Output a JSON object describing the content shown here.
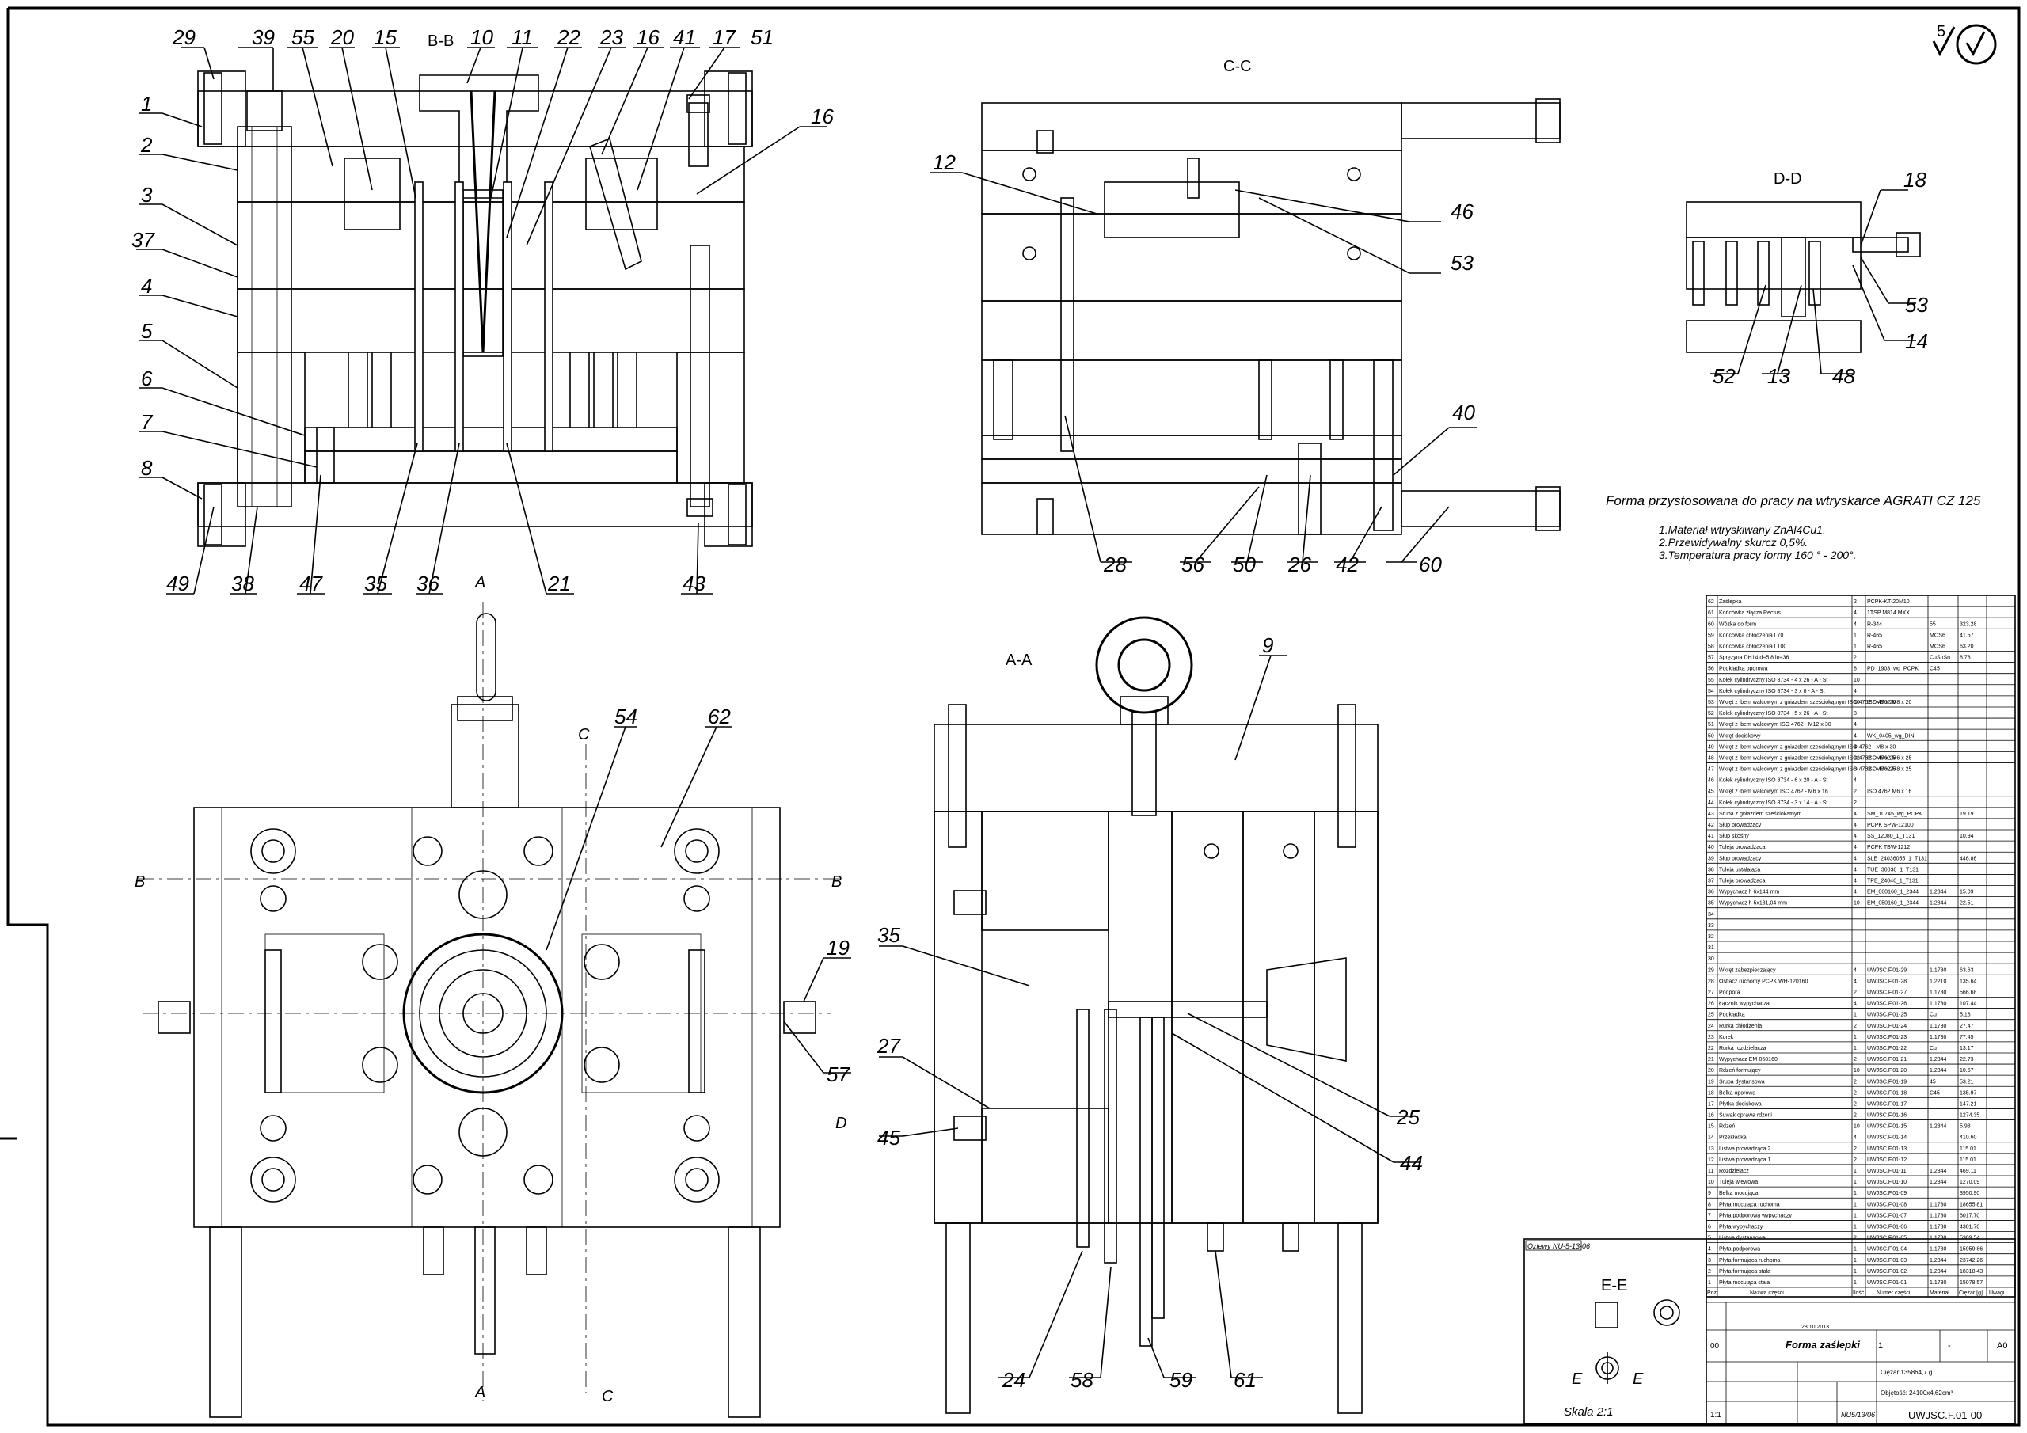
{
  "views": {
    "bb": "B-B",
    "cc": "C-C",
    "dd": "D-D",
    "aa": "A-A",
    "ee": "E-E"
  },
  "section_marks": {
    "a": "A",
    "b": "B",
    "c": "C",
    "d": "D",
    "e": "E"
  },
  "surface_mark": "5",
  "labels_bb": [
    "29",
    "39",
    "55",
    "20",
    "15",
    "10",
    "11",
    "22",
    "23",
    "16",
    "41",
    "17",
    "51",
    "16",
    "1",
    "2",
    "3",
    "37",
    "4",
    "5",
    "6",
    "7",
    "8",
    "49",
    "38",
    "47",
    "35",
    "36",
    "21",
    "43"
  ],
  "labels_cc": [
    "12",
    "46",
    "53",
    "40",
    "28",
    "56",
    "50",
    "26",
    "42",
    "60"
  ],
  "labels_dd": [
    "18",
    "53",
    "14",
    "52",
    "13",
    "48"
  ],
  "labels_front": [
    "54",
    "62",
    "19",
    "57"
  ],
  "labels_aa": [
    "9",
    "35",
    "27",
    "45",
    "25",
    "44",
    "24",
    "58",
    "59",
    "61"
  ],
  "notes": {
    "title": "Forma przystosowana do pracy na wtryskarce AGRATI CZ 125",
    "items": [
      "1.Materiał wtryskiwany ZnAl4Cu1.",
      "2.Przewidywalny skurcz 0,5%.",
      "3.Temperatura pracy formy 160 ° - 200°."
    ]
  },
  "bom": {
    "rows": [
      [
        "62",
        "Zaślepka",
        "2",
        "PCPK-KT-20M10",
        "",
        ""
      ],
      [
        "61",
        "Końcówka złącza Rectus",
        "4",
        "1TSP M814 MXX",
        "",
        ""
      ],
      [
        "60",
        "Wózka do form",
        "4",
        "R-344",
        "55",
        "323.28"
      ],
      [
        "59",
        "Końcówka chłodzenia L70",
        "1",
        "R-465",
        "MOS6",
        "41.57"
      ],
      [
        "58",
        "Końcówka chłodzenia L100",
        "1",
        "R-465",
        "MOS6",
        "63.20"
      ],
      [
        "57",
        "Sprężyna DH14 d=5,8 lo=36",
        "2",
        "",
        "CuSnSn",
        "8.78"
      ],
      [
        "56",
        "Podkładka oporowa",
        "8",
        "PD_1903_wg_PCPK",
        "C45",
        ""
      ],
      [
        "55",
        "Kołek cylindryczny ISO 8734 - 4 x 26 - A - St",
        "10",
        "",
        "",
        ""
      ],
      [
        "54",
        "Kołek cylindryczny ISO 8734 - 3 x 8 - A - St",
        "4",
        "",
        "",
        ""
      ],
      [
        "53",
        "Wkręt z łbem walcowym z gniazdem sześciokątnym ISO 4762 - M8 x 20",
        "10",
        "ISO 4762 M8 x 20",
        "",
        ""
      ],
      [
        "52",
        "Kołek cylindryczny ISO 8734 - 5 x 26 - A - St",
        "8",
        "",
        "",
        ""
      ],
      [
        "51",
        "Wkręt z łbem walcowym ISO 4762 - M12 x 30",
        "4",
        "",
        "",
        ""
      ],
      [
        "50",
        "Wkręt dociskowy",
        "4",
        "WK_0405_wg_DIN",
        "",
        ""
      ],
      [
        "49",
        "Wkręt z łbem walcowym z gniazdem sześciokątnym ISO 4762 - M8 x 30",
        "4",
        "",
        "",
        ""
      ],
      [
        "48",
        "Wkręt z łbem walcowym z gniazdem sześciokątnym ISO 4762 - M6 x 25",
        "12",
        "ISO 4762 M6 x 25",
        "",
        ""
      ],
      [
        "47",
        "Wkręt z łbem walcowym z gniazdem sześciokątnym ISO 4762 - M8 x 25",
        "6",
        "ISO 4762 M8 x 25",
        "",
        ""
      ],
      [
        "46",
        "Kołek cylindryczny ISO 8734 - 6 x 20 - A - St",
        "4",
        "",
        "",
        ""
      ],
      [
        "45",
        "Wkręt z łbem walcowym ISO 4762 - M6 x 16",
        "2",
        "ISO 4762 M6 x 16",
        "",
        ""
      ],
      [
        "44",
        "Kołek cylindryczny ISO 8734 - 3 x 14 - A - St",
        "2",
        "",
        "",
        ""
      ],
      [
        "43",
        "Śruba z gniazdem sześciokątnym",
        "4",
        "SM_10745_wg_PCPK",
        "",
        "19.19"
      ],
      [
        "42",
        "Słup prowadzący",
        "4",
        "PCPK SPW-12100",
        "",
        ""
      ],
      [
        "41",
        "Słup skośny",
        "4",
        "SS_12080_1_T131",
        "",
        "10.94"
      ],
      [
        "40",
        "Tuleja prowadząca",
        "4",
        "PCPK TBW-1212",
        "",
        ""
      ],
      [
        "39",
        "Słup prowadzący",
        "4",
        "SLE_24036055_1_T131",
        "",
        "446.86"
      ],
      [
        "38",
        "Tuleja ustalająca",
        "4",
        "TUE_30030_1_T131",
        "",
        ""
      ],
      [
        "37",
        "Tuleja prowadząca",
        "4",
        "TPE_24046_1_T131",
        "",
        ""
      ],
      [
        "36",
        "Wypychacz h 6x144 mm",
        "4",
        "EM_060160_1_2344",
        "1.2344",
        "15.09"
      ],
      [
        "35",
        "Wypychacz h 5x131,04 mm",
        "10",
        "EM_050160_1_2344",
        "1.2344",
        "22.51"
      ],
      [
        "34",
        "",
        "",
        "",
        "",
        ""
      ],
      [
        "33",
        "",
        "",
        "",
        "",
        ""
      ],
      [
        "32",
        "",
        "",
        "",
        "",
        ""
      ],
      [
        "31",
        "",
        "",
        "",
        "",
        ""
      ],
      [
        "30",
        "",
        "",
        "",
        "",
        ""
      ],
      [
        "29",
        "Wkręt zabezpieczający",
        "4",
        "UWJSC.F.01-29",
        "1.1730",
        "63.63"
      ],
      [
        "28",
        "Ostłacz ruchomy PCPK WH-120160",
        "4",
        "UWJSC.F.01-28",
        "1.2210",
        "135.64"
      ],
      [
        "27",
        "Podpora",
        "2",
        "UWJSC.F.01-27",
        "1.1730",
        "566.68"
      ],
      [
        "26",
        "Łącznik wypychacza",
        "4",
        "UWJSC.F.01-26",
        "1.1730",
        "107.44"
      ],
      [
        "25",
        "Podkładka",
        "1",
        "UWJSC.F.01-25",
        "Cu",
        "5.18"
      ],
      [
        "24",
        "Rurka chłodzenia",
        "2",
        "UWJSC.F.01-24",
        "1.1730",
        "27.47"
      ],
      [
        "23",
        "Korek",
        "1",
        "UWJSC.F.01-23",
        "1.1730",
        "77.45"
      ],
      [
        "22",
        "Rurka rozdzielacza",
        "1",
        "UWJSC.F.01-22",
        "Cu",
        "13.17"
      ],
      [
        "21",
        "Wypychacz EM-050160",
        "2",
        "UWJSC.F.01-21",
        "1.2344",
        "22.73"
      ],
      [
        "20",
        "Rdzeń formujący",
        "10",
        "UWJSC.F.01-20",
        "1.2344",
        "10.57"
      ],
      [
        "19",
        "Śruba dystansowa",
        "2",
        "UWJSC.F.01-19",
        "45",
        "53.21"
      ],
      [
        "18",
        "Belka oporowa",
        "2",
        "UWJSC.F.01-18",
        "C45",
        "135.97"
      ],
      [
        "17",
        "Płytka dociskowa",
        "2",
        "UWJSC.F.01-17",
        "",
        "147.21"
      ],
      [
        "16",
        "Suwak oprawa rdzeni",
        "2",
        "UWJSC.F.01-16",
        "",
        "1274.35"
      ],
      [
        "15",
        "Rdzeń",
        "10",
        "UWJSC.F.01-15",
        "1.2344",
        "5.98"
      ],
      [
        "14",
        "Przekładka",
        "4",
        "UWJSC.F.01-14",
        "",
        "410.60"
      ],
      [
        "13",
        "Listwa prowadząca 2",
        "2",
        "UWJSC.F.01-13",
        "",
        "115.01"
      ],
      [
        "12",
        "Listwa prowadząca 1",
        "2",
        "UWJSC.F.01-12",
        "",
        "115.01"
      ],
      [
        "11",
        "Rozdzielacz",
        "1",
        "UWJSC.F.01-11",
        "1.2344",
        "469.11"
      ],
      [
        "10",
        "Tuleja wlewowa",
        "1",
        "UWJSC.F.01-10",
        "1.2344",
        "1270.09"
      ],
      [
        "9",
        "Belka mocująca",
        "1",
        "UWJSC.F.01-09",
        "",
        "3950.90"
      ],
      [
        "8",
        "Płyta mocująca ruchoma",
        "1",
        "UWJSC.F.01-08",
        "1.1730",
        "18655.81"
      ],
      [
        "7",
        "Płyta podporowa wypychaczy",
        "1",
        "UWJSC.F.01-07",
        "1.1730",
        "6017.70"
      ],
      [
        "6",
        "Płyta wypychaczy",
        "1",
        "UWJSC.F.01-06",
        "1.1730",
        "4301.70"
      ],
      [
        "5",
        "Listwa dystansowa",
        "2",
        "UWJSC.F.01-05",
        "1.1730",
        "5309.54"
      ],
      [
        "4",
        "Płyta podporowa",
        "1",
        "UWJSC.F.01-04",
        "1.1730",
        "15959.86"
      ],
      [
        "3",
        "Płyta formująca ruchoma",
        "1",
        "UWJSC.F.01-03",
        "1.2344",
        "23742.26"
      ],
      [
        "2",
        "Płyta formująca stała",
        "1",
        "UWJSC.F.01-02",
        "1.2344",
        "18318.43"
      ],
      [
        "1",
        "Płyta mocująca stała",
        "1",
        "UWJSC.F.01-01",
        "1.1730",
        "15078.57"
      ]
    ],
    "header": [
      "Poz.",
      "Nazwa części",
      "Ilość",
      "Numer części",
      "Materiał",
      "Ciężar [g]",
      "Uwagi"
    ]
  },
  "title_block": {
    "doc_no": "Ozlewy NU-5-13-06",
    "scale_view": "Skala 2:1",
    "name": "Forma zaślepki",
    "mass": "Ciężar:135864,7 g",
    "volume": "Objętość: 24100x4,62cm³",
    "scale": "1:1",
    "format": "A0",
    "number": "UWJSC.F.01-00",
    "sheet_code": "NU5/13/06",
    "date": "28.10.2013",
    "num_field": "1",
    "dash": "-",
    "zero": "00"
  }
}
